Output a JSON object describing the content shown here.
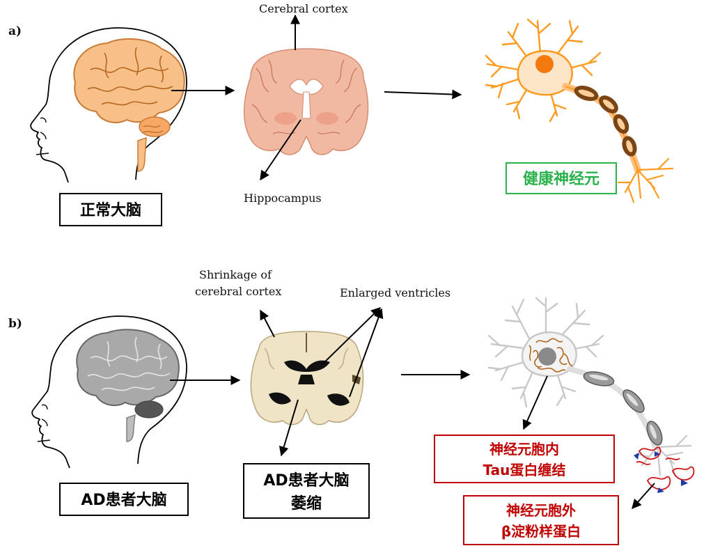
{
  "panel_a": {
    "letter": "a)",
    "label_cerebral_cortex": "Cerebral cortex",
    "label_hippocampus": "Hippocampus",
    "box_normal_brain": "正常大脑",
    "box_healthy_neuron": "健康神经元"
  },
  "panel_b": {
    "letter": "b)",
    "label_shrinkage_line1": "Shrinkage of",
    "label_shrinkage_line2": "cerebral cortex",
    "label_enlarged_ventricles": "Enlarged ventricles",
    "box_ad_brain": "AD患者大脑",
    "box_atrophy_line1": "AD患者大脑",
    "box_atrophy_line2": "萎缩",
    "box_tau_line1": "神经元胞内",
    "box_tau_line2": "Tau蛋白缠结",
    "box_amyloid_line1": "神经元胞外",
    "box_amyloid_line2": "β淀粉样蛋白"
  },
  "colors": {
    "healthy_brain": "#f8c089",
    "healthy_brain_stroke": "#c97a35",
    "healthy_slice": "#f2b9a2",
    "neuron_orange": "#ff9a1f",
    "neuron_nucleus": "#f47a10",
    "myelin_brown": "#7a4414",
    "ad_brain": "#a9a9a9",
    "ad_slice": "#efe4c6",
    "green_box": "#2bb24c",
    "red_box": "#c00000",
    "tau_tangle": "#b0681c",
    "amyloid_red": "#d01515",
    "amyloid_blue": "#1f3aa8"
  }
}
